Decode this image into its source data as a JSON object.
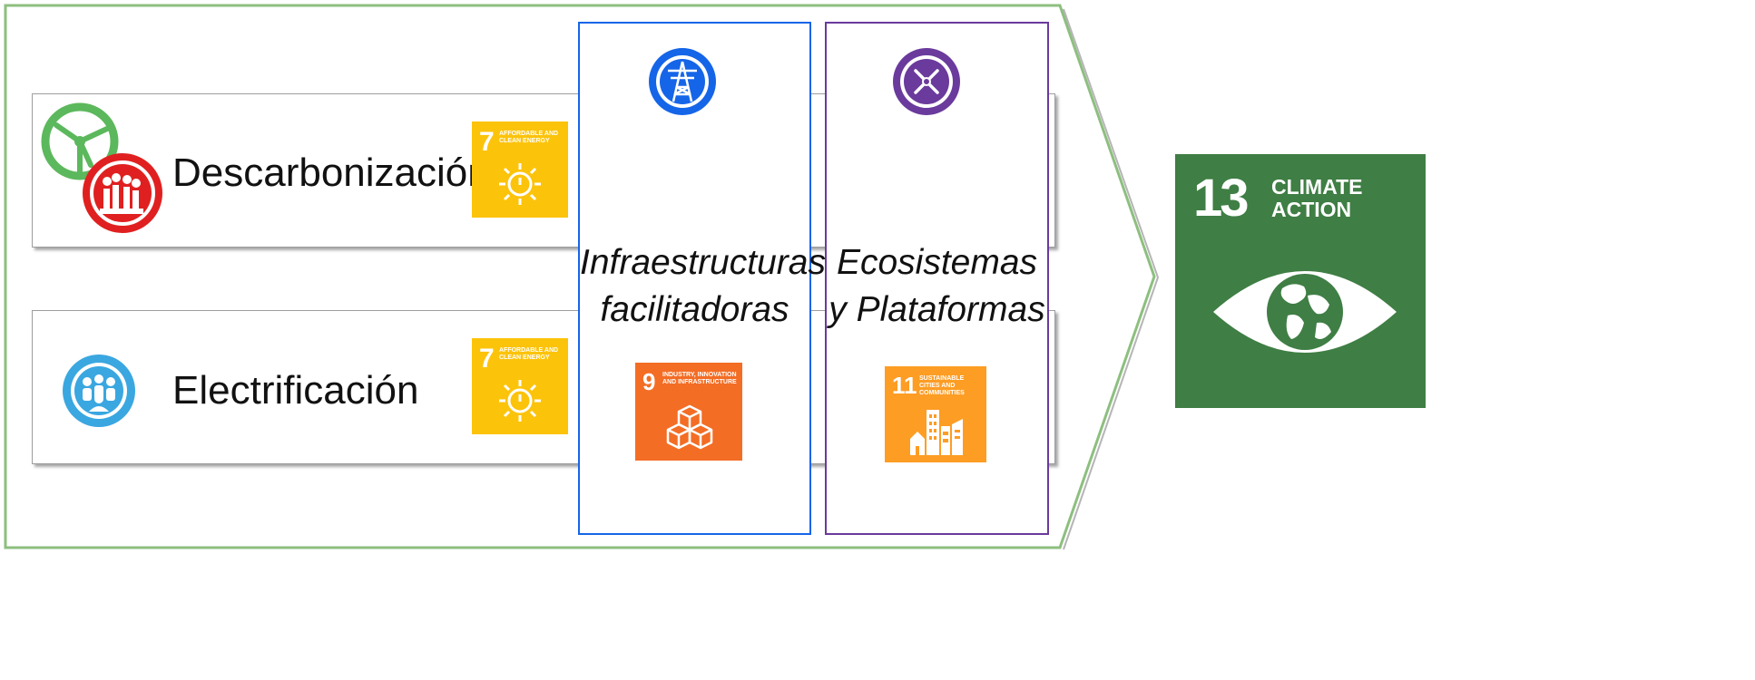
{
  "rows": [
    {
      "label": "Descarbonización",
      "icon": "wind-turbine-and-factory-icon"
    },
    {
      "label": "Electrificación",
      "icon": "people-icon"
    }
  ],
  "columns": [
    {
      "title_line1": "Infraestructuras",
      "title_line2": "facilitadoras",
      "icon": "power-tower-icon",
      "color": "#1565e8"
    },
    {
      "title_line1": "Ecosistemas",
      "title_line2": "y Plataformas",
      "icon": "cross-icon",
      "color": "#6a3a9c"
    }
  ],
  "sdg_badges": {
    "sdg7": {
      "number": "7",
      "text": "Affordable and clean energy",
      "color": "#fcc30b"
    },
    "sdg9": {
      "number": "9",
      "text": "Industry, innovation and infrastructure",
      "color": "#f36d25"
    },
    "sdg11": {
      "number": "11",
      "text": "Sustainable cities and communities",
      "color": "#fd9d24"
    },
    "sdg13": {
      "number": "13",
      "text_line1": "CLIMATE",
      "text_line2": "ACTION",
      "color": "#3f7e44"
    }
  },
  "colors": {
    "arrow_outline": "#8dbf7f",
    "wind_green": "#5cb85c",
    "factory_red": "#e02020",
    "people_blue": "#3aa7e0"
  }
}
